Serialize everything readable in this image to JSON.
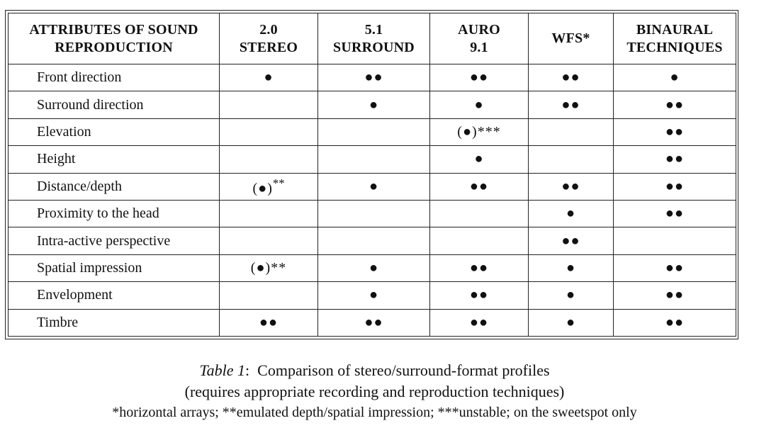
{
  "table": {
    "headers": [
      {
        "line1": "ATTRIBUTES OF SOUND",
        "line2": "REPRODUCTION"
      },
      {
        "line1": "2.0",
        "line2": "STEREO"
      },
      {
        "line1": "5.1",
        "line2": "SURROUND"
      },
      {
        "line1": "AURO",
        "line2": "9.1"
      },
      {
        "line1": "WFS*",
        "line2": ""
      },
      {
        "line1": "BINAURAL",
        "line2": "TECHNIQUES"
      }
    ],
    "rows": [
      {
        "attr": "Front direction",
        "cells": [
          "●",
          "●●",
          "●●",
          "●●",
          "●"
        ]
      },
      {
        "attr": "Surround direction",
        "cells": [
          "",
          "●",
          "●",
          "●●",
          "●●"
        ]
      },
      {
        "attr": "Elevation",
        "cells": [
          "",
          "",
          "(●)***",
          "",
          "●●"
        ]
      },
      {
        "attr": "Height",
        "cells": [
          "",
          "",
          "●",
          "",
          "●●"
        ]
      },
      {
        "attr": "Distance/depth",
        "cells": [
          "(●)",
          "●",
          "●●",
          "●●",
          "●●"
        ],
        "sup": [
          "**",
          "",
          "",
          "",
          ""
        ]
      },
      {
        "attr": "Proximity to the head",
        "cells": [
          "",
          "",
          "",
          "●",
          "●●"
        ]
      },
      {
        "attr": "Intra-active perspective",
        "cells": [
          "",
          "",
          "",
          "●●",
          ""
        ]
      },
      {
        "attr": "Spatial impression",
        "cells": [
          "(●)**",
          "●",
          "●●",
          "●",
          "●●"
        ]
      },
      {
        "attr": "Envelopment",
        "cells": [
          "",
          "●",
          "●●",
          "●",
          "●●"
        ]
      },
      {
        "attr": "Timbre",
        "cells": [
          "●●",
          "●●",
          "●●",
          "●",
          "●●"
        ]
      }
    ]
  },
  "caption": {
    "label": "Table 1",
    "separator": ":",
    "title": "Comparison of stereo/surround-format profiles",
    "subtitle": "(requires appropriate recording and reproduction techniques)",
    "footnote": "*horizontal arrays; **emulated depth/spatial impression; ***unstable; on the sweetspot only"
  }
}
